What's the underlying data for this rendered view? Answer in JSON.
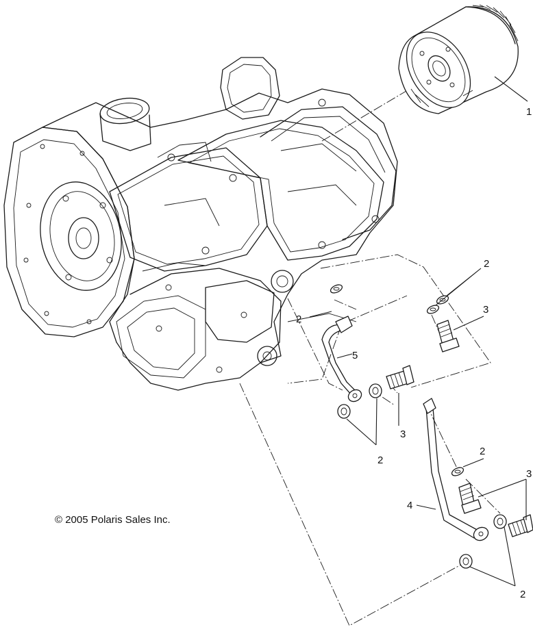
{
  "copyright": "© 2005 Polaris Sales Inc.",
  "callouts": [
    {
      "id": "oil-filter",
      "label": "1"
    },
    {
      "id": "washer-upper-left",
      "label": "2"
    },
    {
      "id": "washers-upper-right",
      "label": "2"
    },
    {
      "id": "bolt-upper-right",
      "label": "3"
    },
    {
      "id": "upper-oil-line",
      "label": "5"
    },
    {
      "id": "bolt-middle",
      "label": "3"
    },
    {
      "id": "washers-middle",
      "label": "2"
    },
    {
      "id": "washer-lower-right",
      "label": "2"
    },
    {
      "id": "bolts-lower-right",
      "label": "3"
    },
    {
      "id": "lower-oil-line",
      "label": "4"
    },
    {
      "id": "washers-bottom",
      "label": "2"
    }
  ]
}
